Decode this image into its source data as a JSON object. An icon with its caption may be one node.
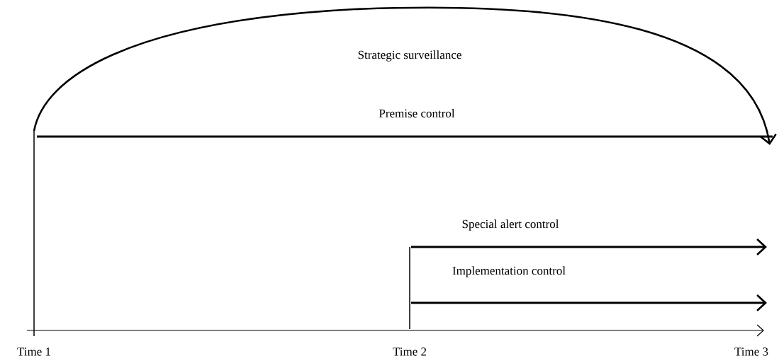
{
  "diagram": {
    "labels": [
      "Strategic surveillance",
      "Premise control",
      "Special alert control",
      "Implementation control",
      "Time 1",
      "Time 2",
      "Time 3"
    ]
  }
}
